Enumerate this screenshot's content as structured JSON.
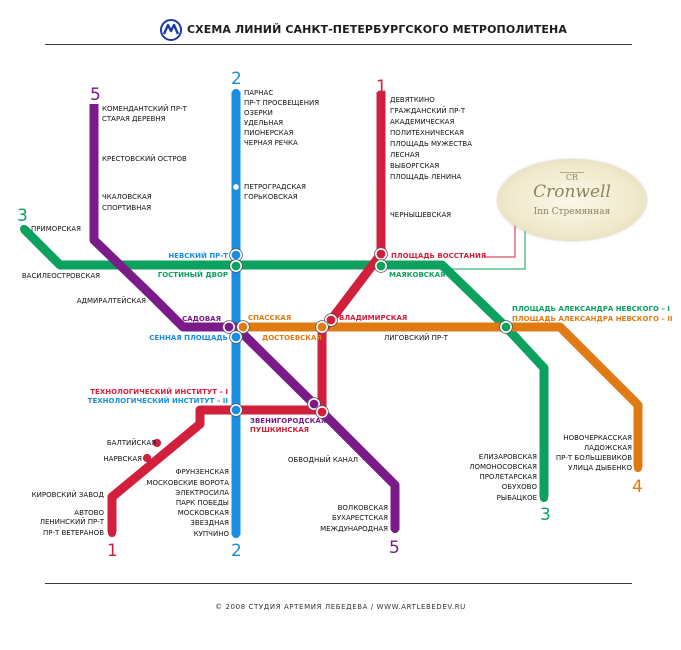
{
  "header": {
    "title": "СХЕМА ЛИНИЙ САНКТ-ПЕТЕРБУРГСКОГО МЕТРОПОЛИТЕНА",
    "logo_icon": "metro-logo-icon"
  },
  "footer": {
    "text": "© 2008 СТУДИЯ АРТЕМИЯ ЛЕБЕДЕВА / WWW.ARTLEBEDEV.RU"
  },
  "ad": {
    "brand": "Cronwell",
    "monogram": "CR",
    "subtitle": "Inn Стремянная"
  },
  "line_colors": {
    "1": "#d21f3c",
    "2": "#1a8ee1",
    "3": "#0ca15e",
    "4": "#e07b14",
    "5": "#7a1b89"
  },
  "lines": {
    "l1": {
      "top": "1",
      "bottom": "1"
    },
    "l2": {
      "top": "2",
      "bottom": "2"
    },
    "l3": {
      "left": "3",
      "bottom": "3"
    },
    "l4": {
      "bottom": "4"
    },
    "l5": {
      "top": "5",
      "bottom": "5"
    }
  },
  "stations": {
    "l1_top": [
      "ДЕВЯТКИНО",
      "ГРАЖДАНСКИЙ ПР-Т",
      "АКАДЕМИЧЕСКАЯ",
      "ПОЛИТЕХНИЧЕСКАЯ",
      "ПЛОЩАДЬ МУЖЕСТВА",
      "ЛЕСНАЯ",
      "ВЫБОРГСКАЯ",
      "ПЛОЩАДЬ ЛЕНИНА"
    ],
    "chern": "ЧЕРНЫШЕВСКАЯ",
    "pl_vosst": "ПЛОЩАДЬ ВОССТАНИЯ",
    "vladim": "ВЛАДИМИРСКАЯ",
    "tech": [
      "ТЕХНОЛОГИЧЕСКИЙ ИНСТИТУТ – I",
      "ТЕХНОЛОГИЧЕСКИЙ ИНСТИТУТ – II"
    ],
    "l1_bottom": [
      "БАЛТИЙСКАЯ",
      "НАРВСКАЯ",
      "КИРОВСКИЙ ЗАВОД",
      "АВТОВО",
      "ЛЕНИНСКИЙ ПР-Т",
      "ПР-Т ВЕТЕРАНОВ"
    ],
    "l2_top": [
      "ПАРНАС",
      "ПР-Т ПРОСВЕЩЕНИЯ",
      "ОЗЕРКИ",
      "УДЕЛЬНАЯ",
      "ПИОНЕРСКАЯ",
      "ЧЕРНАЯ РЕЧКА"
    ],
    "l2_mid": [
      "ПЕТРОГРАДСКАЯ",
      "ГОРЬКОВСКАЯ"
    ],
    "nevsky": "НЕВСКИЙ ПР-Т",
    "gostiny": "ГОСТИНЫЙ ДВОР",
    "sennaya": "СЕННАЯ ПЛОЩАДЬ",
    "sadovaya": "САДОВАЯ",
    "spasskaya": "СПАССКАЯ",
    "dostoevskaya": "ДОСТОЕВСКАЯ",
    "l2_bottom": [
      "ФРУНЗЕНСКАЯ",
      "МОСКОВСКИЕ ВОРОТА",
      "ЭЛЕКТРОСИЛА",
      "ПАРК ПОБЕДЫ",
      "МОСКОВСКАЯ",
      "ЗВЕЗДНАЯ",
      "КУПЧИНО"
    ],
    "primorskaya": "ПРИМОРСКАЯ",
    "vasileo": "ВАСИЛЕОСТРОВСКАЯ",
    "mayak": "МАЯКОВСКАЯ",
    "pl_aln": [
      "ПЛОЩАДЬ АЛЕКСАНДРА НЕВСКОГО – I",
      "ПЛОЩАДЬ АЛЕКСАНДРА НЕВСКОГО – II"
    ],
    "l3_bottom": [
      "ЕЛИЗАРОВСКАЯ",
      "ЛОМОНОСОВСКАЯ",
      "ПРОЛЕТАРСКАЯ",
      "ОБУХОВО",
      "РЫБАЦКОЕ"
    ],
    "ligov": "ЛИГОВСКИЙ ПР-Т",
    "l4_bottom": [
      "НОВОЧЕРКАССКАЯ",
      "ЛАДОЖСКАЯ",
      "ПР-Т БОЛЬШЕВИКОВ",
      "УЛИЦА ДЫБЕНКО"
    ],
    "l5_top": [
      "КОМЕНДАНТСКИЙ ПР-Т",
      "СТАРАЯ ДЕРЕВНЯ",
      "КРЕСТОВСКИЙ ОСТРОВ",
      "ЧКАЛОВСКАЯ",
      "СПОРТИВНАЯ"
    ],
    "admir": "АДМИРАЛТЕЙСКАЯ",
    "zvenig": "ЗВЕНИГОРОДСКАЯ",
    "pushk": "ПУШКИНСКАЯ",
    "obvod": "ОБВОДНЫЙ КАНАЛ",
    "l5_bottom": [
      "ВОЛКОВСКАЯ",
      "БУХАРЕСТСКАЯ",
      "МЕЖДУНАРОДНАЯ"
    ]
  }
}
